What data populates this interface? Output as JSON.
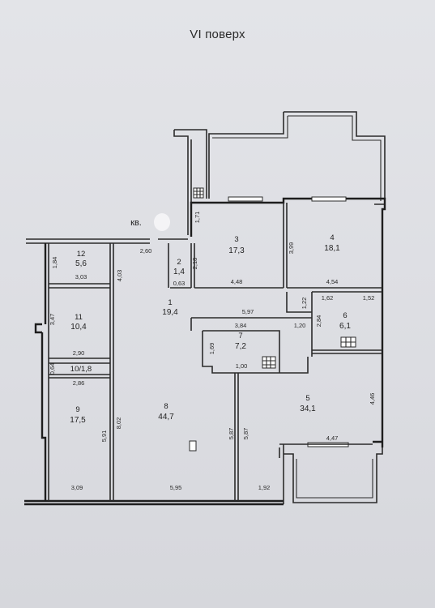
{
  "floor_title": "VI поверх",
  "apartment_label": "кв.",
  "rooms": [
    {
      "id": "r12",
      "number": "12",
      "area": "5,6"
    },
    {
      "id": "r11",
      "number": "11",
      "area": "10,4"
    },
    {
      "id": "r10",
      "number": "10/1,8",
      "area": ""
    },
    {
      "id": "r9",
      "number": "9",
      "area": "17,5"
    },
    {
      "id": "r8",
      "number": "8",
      "area": "44,7"
    },
    {
      "id": "r1",
      "number": "1",
      "area": "19,4"
    },
    {
      "id": "r2",
      "number": "2",
      "area": "1,4"
    },
    {
      "id": "r3",
      "number": "3",
      "area": "17,3"
    },
    {
      "id": "r4",
      "number": "4",
      "area": "18,1"
    },
    {
      "id": "r5",
      "number": "5",
      "area": "34,1"
    },
    {
      "id": "r6",
      "number": "6",
      "area": "6,1"
    },
    {
      "id": "r7",
      "number": "7",
      "area": "7,2"
    }
  ],
  "dimensions": {
    "d184": "1,84",
    "d303": "3,03",
    "d403": "4,03",
    "d260": "2,60",
    "d171": "1,71",
    "d218": "2,18",
    "d063": "0,63",
    "d448": "4,48",
    "d399": "3,99",
    "d454": "4,54",
    "d347": "3,47",
    "d290": "2,90",
    "d064": "0,64",
    "d286": "2,86",
    "d597": "5,97",
    "d122": "1,22",
    "d162": "1,62",
    "d152": "1,52",
    "d284": "2,84",
    "d120": "1,20",
    "d384": "3,84",
    "d169": "1,69",
    "d100": "1,00",
    "d591": "5,91",
    "d802": "8,02",
    "d587a": "5,87",
    "d587b": "5,87",
    "d446": "4,46",
    "d447": "4,47",
    "d309": "3,09",
    "d595": "5,95",
    "d192": "1,92"
  }
}
